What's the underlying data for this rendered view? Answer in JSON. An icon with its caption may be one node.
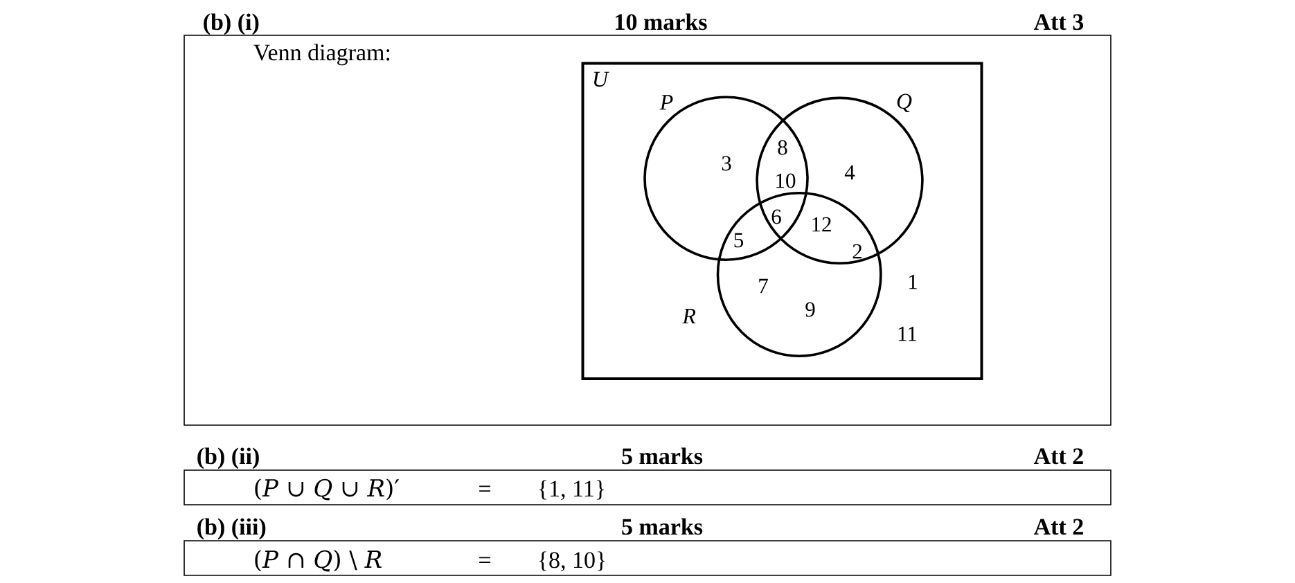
{
  "diagram": {
    "nodes": [
      {
        "text": [
          "(b) (i)",
          "10 marks",
          "Att 3",
          "Venn diagram:"
        ]
      },
      {
        "text": [
          "U"
        ],
        "in": 0
      },
      {
        "text": [
          "P"
        ],
        "in": 1
      },
      {
        "text": [
          "Q"
        ],
        "in": 1
      },
      {
        "text": [
          "R"
        ],
        "in": 1
      },
      {
        "text": [
          "(b) (ii)",
          "5 marks",
          "Att 2",
          "(*P* ∪ *Q* ∪ *R*)′",
          "=",
          "{1, 11}"
        ]
      },
      {
        "text": [
          "(b) (iii)",
          "5 marks",
          "Att 2",
          "(*P* ∩ *Q*) \\ *R*",
          "=",
          "{8, 10}"
        ]
      }
    ],
    "labels": [
      "8",
      "3",
      "4",
      "10",
      "6",
      "12",
      "5",
      "2",
      "1",
      "7",
      "9",
      "11"
    ]
  }
}
